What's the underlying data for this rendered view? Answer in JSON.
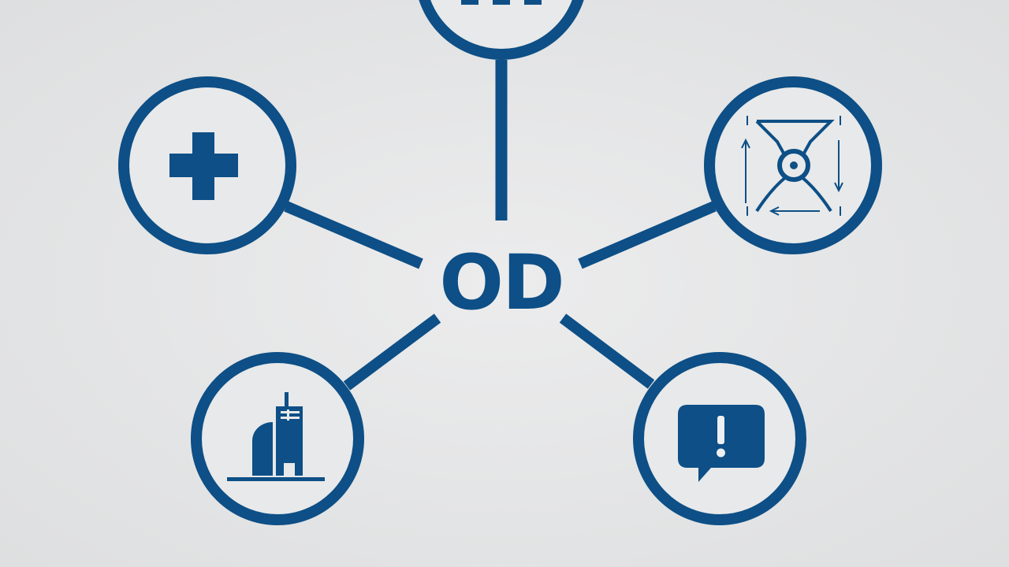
{
  "diagram": {
    "hub_label": "OD",
    "color": "#0d4f86",
    "nodes": [
      {
        "id": "top",
        "icon": "partial-icon"
      },
      {
        "id": "upper-left",
        "icon": "medical-cross-icon"
      },
      {
        "id": "upper-right",
        "icon": "hourglass-cycle-icon"
      },
      {
        "id": "lower-left",
        "icon": "building-icon"
      },
      {
        "id": "lower-right",
        "icon": "alert-speech-bubble-icon"
      }
    ]
  }
}
